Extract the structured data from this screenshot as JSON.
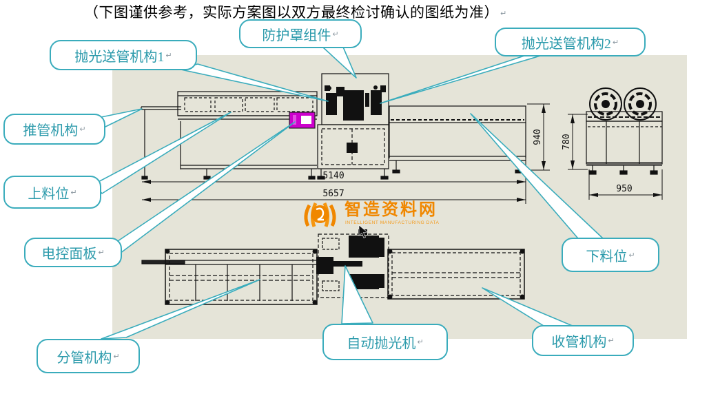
{
  "title": "（下图谨供参考，实际方案图以双方最终检讨确认的图纸为准）",
  "marks": {
    "pilcrow": "↵"
  },
  "callouts": {
    "polish_feed_1": {
      "label": "抛光送管机构1"
    },
    "protective_cover": {
      "label": "防护罩组件"
    },
    "polish_feed_2": {
      "label": "抛光送管机构2"
    },
    "push_tube": {
      "label": "推管机构"
    },
    "loading_station": {
      "label": "上料位"
    },
    "electric_panel": {
      "label": "电控面板"
    },
    "tube_sorting": {
      "label": "分管机构"
    },
    "auto_polisher": {
      "label": "自动抛光机"
    },
    "tube_collect": {
      "label": "收管机构"
    },
    "unloading_station": {
      "label": "下料位"
    }
  },
  "dimensions": {
    "length_inner": "5140",
    "length_total": "5657",
    "height_main": "940",
    "height_frame": "780",
    "width_side": "950"
  },
  "watermark": {
    "name": "智造资料网",
    "subtitle": "INTELLIGENT MANUFACTURING DATA"
  },
  "colors": {
    "callout_teal": "#3aacbc",
    "callout_text": "#2b9aab",
    "panel_background": "#e5e4d8",
    "highlight_magenta": "#cc00cc",
    "watermark_orange": "#f08700",
    "line_black": "#111111"
  }
}
